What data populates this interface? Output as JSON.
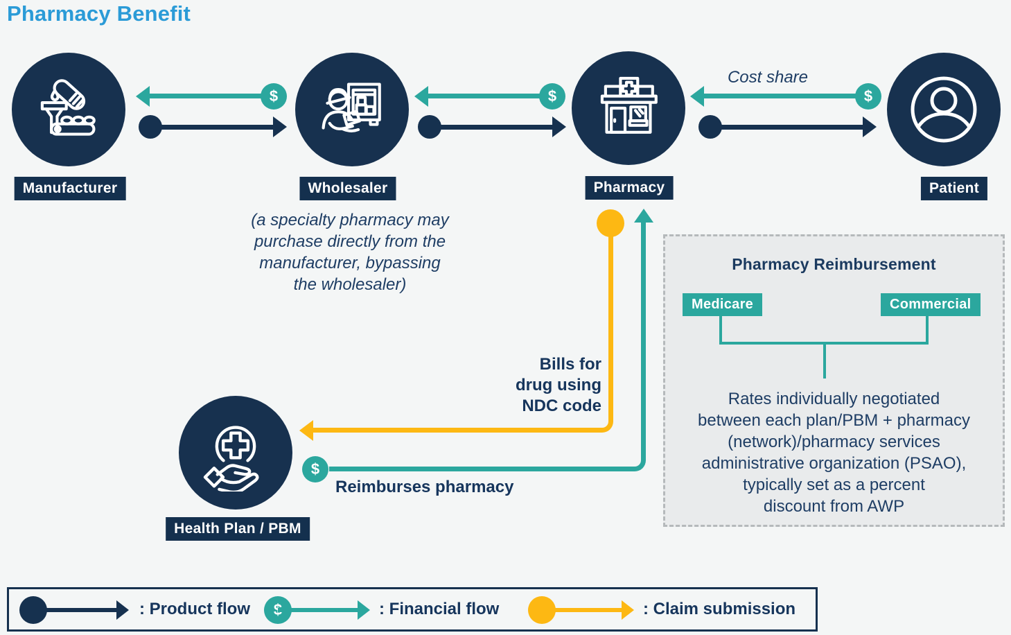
{
  "title": "Pharmacy Benefit",
  "nodes": {
    "manufacturer": {
      "label": "Manufacturer"
    },
    "wholesaler": {
      "label": "Wholesaler",
      "note_lines": [
        "(a specialty pharmacy may",
        "purchase directly from the",
        "manufacturer, bypassing",
        "the wholesaler)"
      ]
    },
    "pharmacy": {
      "label": "Pharmacy"
    },
    "patient": {
      "label": "Patient"
    },
    "health_plan": {
      "label": "Health Plan / PBM"
    }
  },
  "flows": {
    "dollar": "$",
    "cost_share": "Cost share",
    "bills_lines": [
      "Bills for",
      "drug using",
      "NDC code"
    ],
    "reimburses": "Reimburses pharmacy"
  },
  "panel": {
    "title": "Pharmacy Reimbursement",
    "tag_medicare": "Medicare",
    "tag_commercial": "Commercial",
    "body_lines": [
      "Rates individually negotiated",
      "between each plan/PBM + pharmacy",
      "(network)/pharmacy services",
      "administrative organization (PSAO),",
      "typically set as a percent",
      "discount from AWP"
    ]
  },
  "legend": {
    "product": ": Product flow",
    "financial": ": Financial flow",
    "claim": ": Claim submission"
  },
  "colors": {
    "navy": "#16314f",
    "teal": "#2ba79e",
    "yellow": "#fdb813",
    "title_blue": "#2b9bd7",
    "text_navy": "#1e3d64"
  }
}
